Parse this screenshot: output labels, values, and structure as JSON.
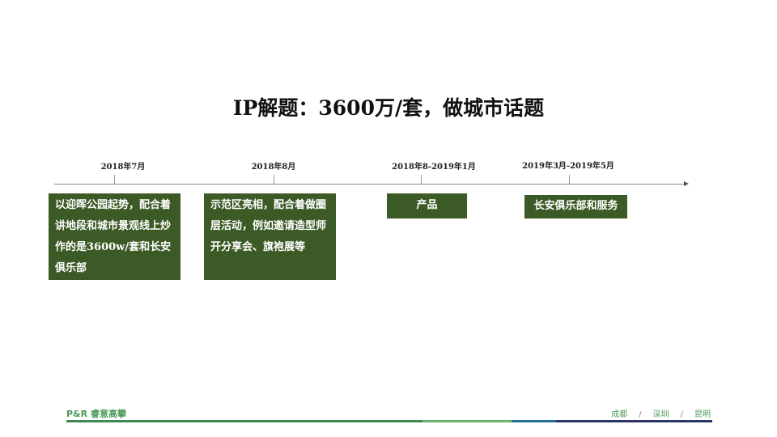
{
  "title": "IP解题：3600万/套，做城市话题",
  "timeline": [
    {
      "date": "2018年7月",
      "text": "以迎晖公园起势，配合着讲地段和城市景观线上炒作的是3600w/套和长安俱乐部"
    },
    {
      "date": "2018年8月",
      "text": "示范区亮相，配合着做圈层活动，例如邀请造型师开分享会、旗袍展等"
    },
    {
      "date": "2018年8-2019年1月",
      "text": "产品"
    },
    {
      "date": "2019年3月-2019年5月",
      "text": "长安俱乐部和服务"
    }
  ],
  "footer": {
    "logo": "P&R 睿意高攀",
    "cities": [
      "成都",
      "深圳",
      "昆明"
    ],
    "separator": "/"
  },
  "colors": {
    "box": "#3c5a25",
    "footer_green": "#3d8a55",
    "footer_light_green": "#6db36d",
    "footer_blue": "#2a6f9a",
    "footer_navy": "#2b3566"
  }
}
